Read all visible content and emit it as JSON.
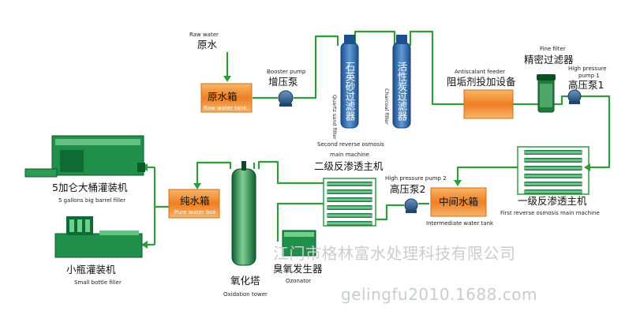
{
  "labels": {
    "raw_water_en": "Raw water",
    "raw_water_cn": "原水",
    "raw_tank_cn": "原水箱",
    "raw_tank_en": "Raw water tank",
    "booster_en": "Booster pump",
    "booster_cn": "增压泵",
    "quartz_cn": "石英砂过滤器",
    "quartz_en": "Quartz sand filter",
    "charcoal_cn": "活性炭过滤器",
    "charcoal_en": "Charcoal filter",
    "antiscalant_en": "Antiscalant feeder",
    "antiscalant_cn": "阻垢剂投加设备",
    "fine_filter_en": "Fine filter",
    "fine_filter_cn": "精密过滤器",
    "hp1_en_1": "High pressure",
    "hp1_en_2": "pump 1",
    "hp1_cn": "高压泵1",
    "ro1_cn": "一级反渗透主机",
    "ro1_en": "First reverse osmosis main machine",
    "inter_tank_cn": "中间水箱",
    "inter_tank_en": "Intermediate water tank",
    "hp2_en": "High pressure pump 2",
    "hp2_cn": "高压泵2",
    "ro2_en_1": "Second reverse osmosis",
    "ro2_en_2": "main machine",
    "ro2_cn": "二级反渗透主机",
    "pure_tank_cn": "纯水箱",
    "pure_tank_en": "Pure water box",
    "big_filler_cn": "5加仑大桶灌装机",
    "big_filler_en": "5 gallons big barrel filler",
    "small_filler_cn": "小瓶灌装机",
    "small_filler_en": "Small bottle filler",
    "oxidation_cn": "氧化塔",
    "oxidation_en": "Oxidation tower",
    "ozone_cn": "臭氧发生器",
    "ozone_en": "Ozonator"
  },
  "watermark": {
    "company": "江门市格林富水处理科技有限公司",
    "site": "gelingfu2010.1688.com"
  },
  "colors": {
    "pipe": "#2f9b3a",
    "tank_orange": "#ef8a2e",
    "filter_blue": "#2a6fb8",
    "machine_green": "#1f8f4a",
    "pump_blue": "#2b5f8f"
  }
}
